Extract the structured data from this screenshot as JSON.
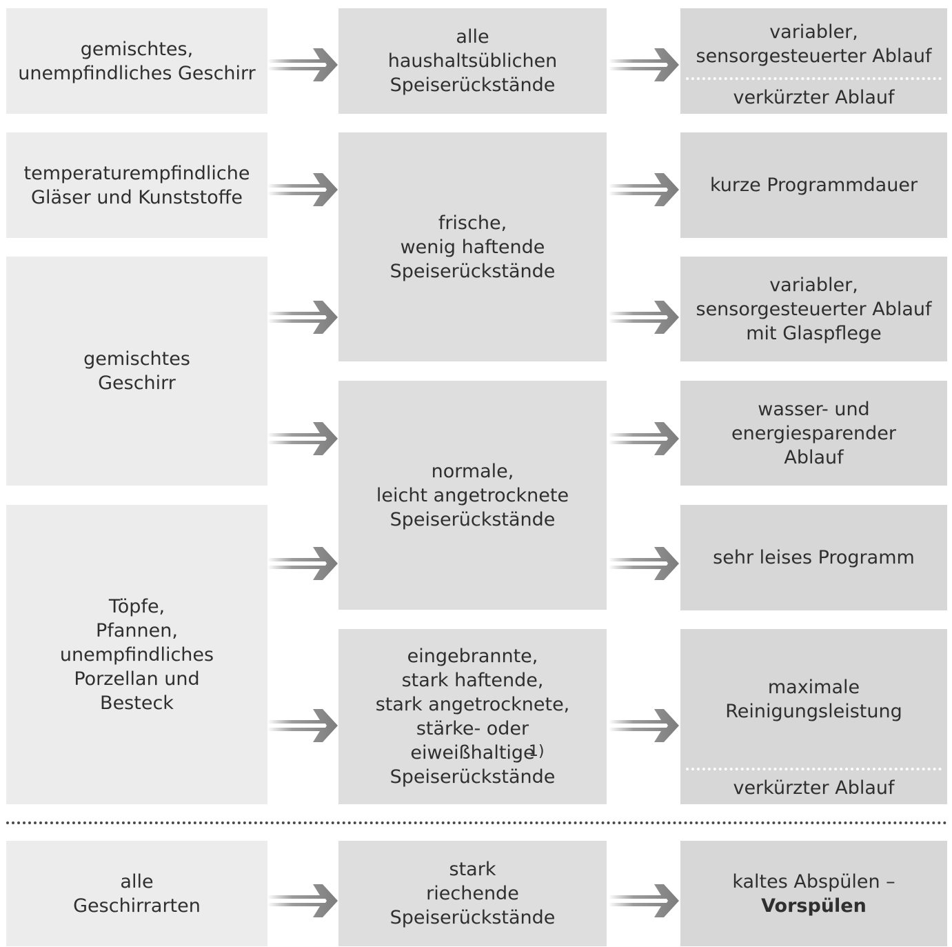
{
  "col1": {
    "r1": "gemischtes,\nunempfindliches Geschirr",
    "r2": "temperaturempfindliche\nGläser und Kunststoffe",
    "r3": "gemischtes\nGeschirr",
    "r4": "Töpfe,\nPfannen,\nunempfindliches\nPorzellan und\nBesteck",
    "r5": "alle\nGeschirrarten"
  },
  "col2": {
    "r1": "alle\nhaushaltsüblichen\nSpeiserückstände",
    "r2": "frische,\nwenig haftende\nSpeiserückstände",
    "r3": "normale,\nleicht angetrocknete\nSpeiserückstände",
    "r4": "eingebrannte,\nstark haftende,\nstark angetrocknete,\nstärke- oder\neiweißhaltige\nSpeiserückstände",
    "r4_note": "1)",
    "r5": "stark\nriechende\nSpeiserückstände"
  },
  "col3": {
    "r1_top": "variabler,\nsensorgesteuerter Ablauf",
    "r1_bottom": "verkürzter Ablauf",
    "r2": "kurze Programmdauer",
    "r3": "variabler,\nsensorgesteuerter Ablauf\nmit Glaspflege",
    "r4": "wasser- und\nenergiesparender\nAblauf",
    "r5": "sehr leises Programm",
    "r6_top": "maximale\nReinigungsleistung",
    "r6_bottom": "verkürzter Ablauf",
    "r7_line1": "kaltes Abspülen –",
    "r7_bold": "Vorspülen"
  },
  "colors": {
    "col1_fill": "#ececec",
    "col2_fill": "#dedede",
    "col3_fill": "#d7d7d7",
    "arrow": "#8a8a8a"
  },
  "arrow_icon": "double-arrow-icon"
}
